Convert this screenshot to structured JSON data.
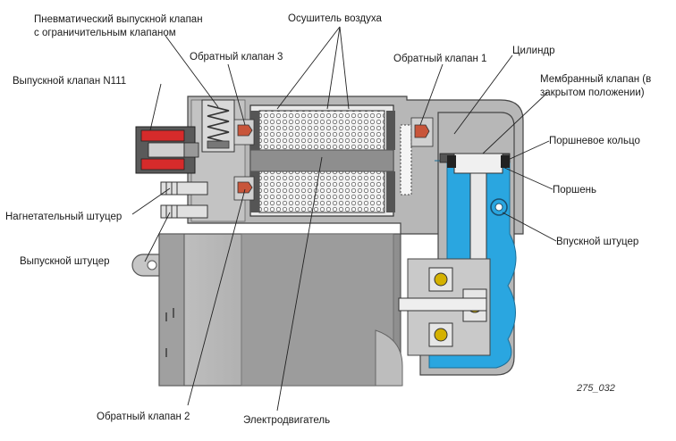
{
  "figure_id": "275_032",
  "labels": {
    "pneumatic_valve_line1": "Пневматический выпускной клапан",
    "pneumatic_valve_line2": "с ограничительным клапаном",
    "air_dryer": "Осушитель воздуха",
    "check_valve_3": "Обратный клапан 3",
    "check_valve_1": "Обратный клапан 1",
    "cylinder": "Цилиндр",
    "exhaust_valve_n111": "Выпускной клапан N111",
    "membrane_valve_line1": "Мембранный клапан (в",
    "membrane_valve_line2": "закрытом положении)",
    "piston_ring": "Поршневое кольцо",
    "piston": "Поршень",
    "pressure_port": "Нагнетательный штуцер",
    "intake_port": "Впускной штуцер",
    "exhaust_port": "Выпускной штуцер",
    "check_valve_2": "Обратный клапан 2",
    "electric_motor": "Электродвигатель"
  },
  "colors": {
    "housing": "#b9b9b9",
    "housing_dark": "#8c8c8c",
    "motor": "#9a9a9a",
    "air_path": "#2aa6e0",
    "solenoid": "#d62b2b",
    "valve": "#c8553a",
    "outline": "#3a3a3a",
    "dryer_fill": "#f2f2f2"
  }
}
